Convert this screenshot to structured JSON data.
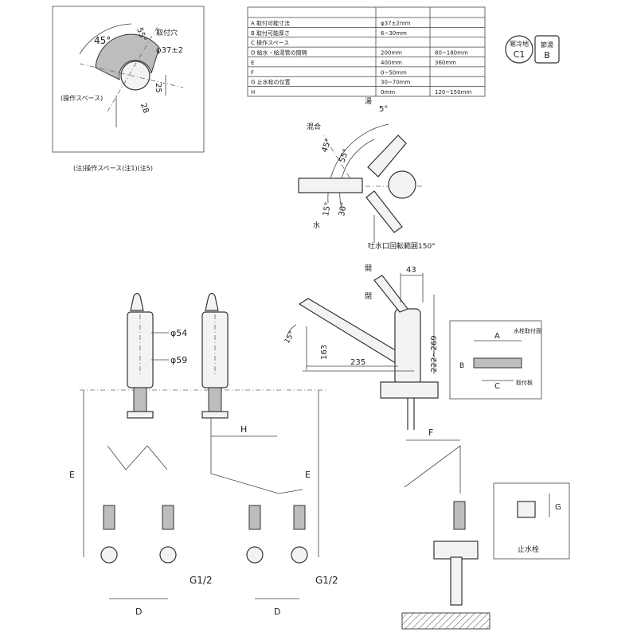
{
  "hole_detail": {
    "angle_label": "45°",
    "offset_angle_label": "55°",
    "hole_label_line1": "取付穴",
    "hole_dia": "φ37±2",
    "dim_25": "25",
    "dim_28": "28",
    "note": "(操作スペース)",
    "caption": "(注)操作スペース(注1)(注5)"
  },
  "spec_table": {
    "headers": [
      "",
      "",
      ""
    ],
    "rows": [
      {
        "item": "A  取付可能寸法",
        "v1": "φ37±2mm",
        "v2": ""
      },
      {
        "item": "B  取付可能厚さ",
        "v1": "6~30mm",
        "v2": ""
      },
      {
        "item": "C  操作スペース",
        "v1": "",
        "v2": ""
      },
      {
        "item": "D  給水・給湯管の間隔",
        "v1": "200mm",
        "v2": "80~180mm"
      },
      {
        "item": "E  ",
        "v1": "400mm",
        "v2": "360mm"
      },
      {
        "item": "F  ",
        "v1": "0~50mm",
        "v2": ""
      },
      {
        "item": "G  止水栓の位置",
        "v1": "30~70mm",
        "v2": ""
      },
      {
        "item": "H  ",
        "v1": "0mm",
        "v2": "120~150mm"
      }
    ]
  },
  "badges": [
    {
      "top": "寒冷地",
      "bottom": "C1"
    },
    {
      "top": "節湯",
      "bottom": "B"
    }
  ],
  "top_view": {
    "label_hot": "湯",
    "label_cold": "水",
    "label_mix": "混合",
    "angle_5": "5°",
    "angle_45": "45°",
    "angle_55": "55°",
    "angle_15": "15°",
    "angle_30": "30°",
    "rotation_label": "吐水口回転範囲150°"
  },
  "side_view": {
    "dim_43": "43",
    "dim_height": "222~269",
    "dim_163": "163",
    "dim_235": "235",
    "angle": "15°",
    "label_up": "開",
    "label_down": "閉"
  },
  "front_views": {
    "dia_54": "φ54",
    "dia_59": "φ59",
    "dim_E": "E",
    "dim_H": "H",
    "dim_D": "D",
    "thread": "G1/2"
  },
  "detail_AC": {
    "label_A": "A",
    "label_C": "C",
    "label_B": "B",
    "note_top": "水栓取付面",
    "note_bottom": "取付板"
  },
  "supply_view": {
    "dim_F": "F",
    "dim_G": "G",
    "valve_label": "止水栓"
  }
}
